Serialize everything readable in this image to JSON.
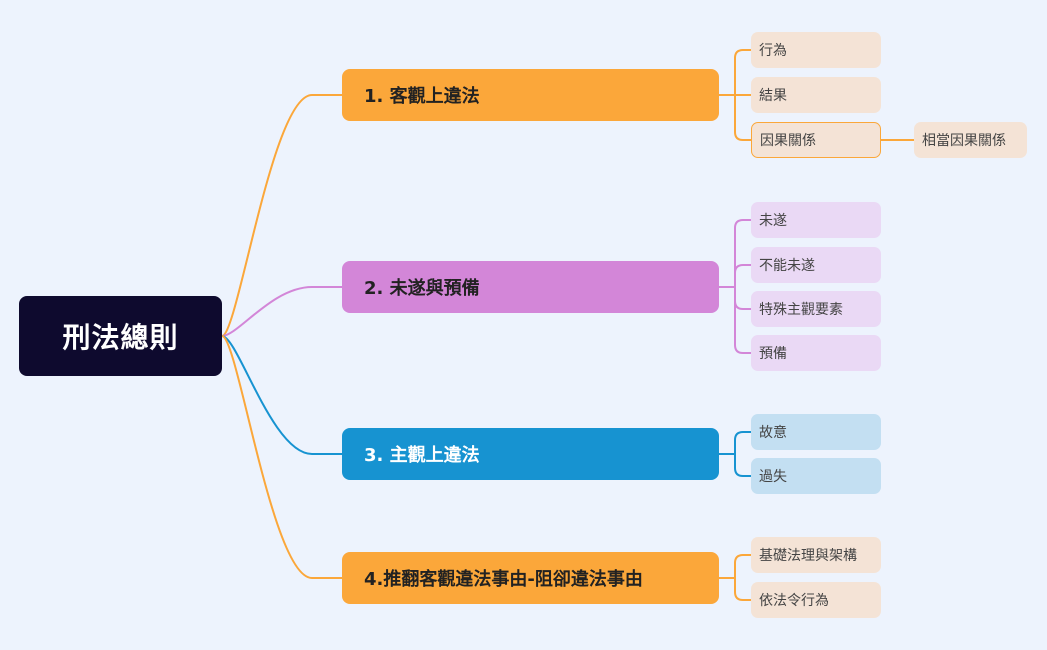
{
  "root": {
    "label": "刑法總則"
  },
  "branches": [
    {
      "label": "1. 客觀上違法",
      "color": "#fba73a",
      "children": [
        {
          "label": "行為"
        },
        {
          "label": "結果"
        },
        {
          "label": "因果關係",
          "children": [
            {
              "label": "相當因果關係"
            }
          ]
        }
      ]
    },
    {
      "label": "2. 未遂與預備",
      "color": "#d386d8",
      "children": [
        {
          "label": "未遂"
        },
        {
          "label": "不能未遂"
        },
        {
          "label": "特殊主觀要素"
        },
        {
          "label": "預備"
        }
      ]
    },
    {
      "label": "3. 主觀上違法",
      "color": "#1793d1",
      "children": [
        {
          "label": "故意"
        },
        {
          "label": "過失"
        }
      ]
    },
    {
      "label": "4.推翻客觀違法事由-阻卻違法事由",
      "color": "#fba73a",
      "children": [
        {
          "label": "基礎法理與架構"
        },
        {
          "label": "依法令行為"
        }
      ]
    }
  ]
}
